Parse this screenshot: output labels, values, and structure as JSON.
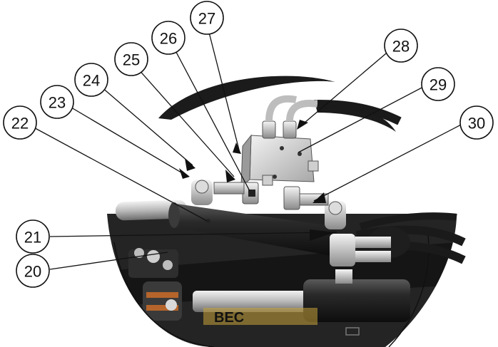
{
  "figure": {
    "background": "#ffffff",
    "colors": {
      "body_dark": "#1c1c1c",
      "metal_light": "#d9d9d9",
      "metal_mid": "#9a9a9a",
      "accent_yellow": "#c9a43a",
      "accent_orange": "#b5652b"
    },
    "machine_label": "BEC",
    "callouts": [
      {
        "id": "c20",
        "label": "20"
      },
      {
        "id": "c21",
        "label": "21"
      },
      {
        "id": "c22",
        "label": "22"
      },
      {
        "id": "c23",
        "label": "23"
      },
      {
        "id": "c24",
        "label": "24"
      },
      {
        "id": "c25",
        "label": "25"
      },
      {
        "id": "c26",
        "label": "26"
      },
      {
        "id": "c27",
        "label": "27"
      },
      {
        "id": "c28",
        "label": "28"
      },
      {
        "id": "c29",
        "label": "29"
      },
      {
        "id": "c30",
        "label": "30"
      }
    ]
  }
}
